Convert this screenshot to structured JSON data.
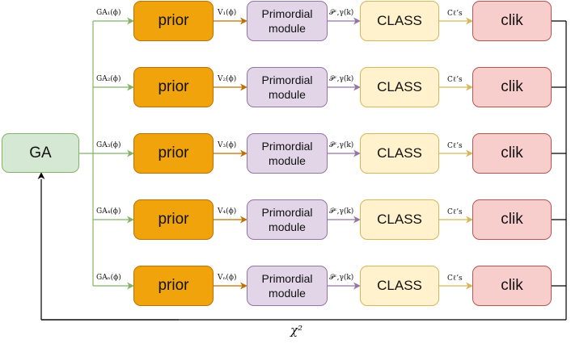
{
  "ga_box": {
    "label": "GA"
  },
  "rows": [
    {
      "ga_label": "GA₁(ϕ)",
      "v_label": "V₁(ϕ)",
      "p_label": "𝒫ᶜ,γ(k)",
      "c_label": "Cℓ’s",
      "prior": "prior",
      "prim_line1": "Primordial",
      "prim_line2": "module",
      "class": "CLASS",
      "clik": "clik"
    },
    {
      "ga_label": "GA₂(ϕ)",
      "v_label": "V₂(ϕ)",
      "p_label": "𝒫ᶜ,γ(k)",
      "c_label": "Cℓ’s",
      "prior": "prior",
      "prim_line1": "Primordial",
      "prim_line2": "module",
      "class": "CLASS",
      "clik": "clik"
    },
    {
      "ga_label": "GA₃(ϕ)",
      "v_label": "V₃(ϕ)",
      "p_label": "𝒫ᶜ,γ(k)",
      "c_label": "Cℓ’s",
      "prior": "prior",
      "prim_line1": "Primordial",
      "prim_line2": "module",
      "class": "CLASS",
      "clik": "clik"
    },
    {
      "ga_label": "GA₄(ϕ)",
      "v_label": "V₄(ϕ)",
      "p_label": "𝒫ᶜ,γ(k)",
      "c_label": "Cℓ’s",
      "prior": "prior",
      "prim_line1": "Primordial",
      "prim_line2": "module",
      "class": "CLASS",
      "clik": "clik"
    },
    {
      "ga_label": "GAₙ(ϕ)",
      "v_label": "Vₙ(ϕ)",
      "p_label": "𝒫ᶜ,γ(k)",
      "c_label": "Cℓ’s",
      "prior": "prior",
      "prim_line1": "Primordial",
      "prim_line2": "module",
      "class": "CLASS",
      "clik": "clik"
    }
  ],
  "feedback_label": "χ²",
  "colors": {
    "green": "#82b366",
    "orange": "#bd7000",
    "purple": "#9673a6",
    "yellow": "#d6b656",
    "black": "#000000"
  }
}
